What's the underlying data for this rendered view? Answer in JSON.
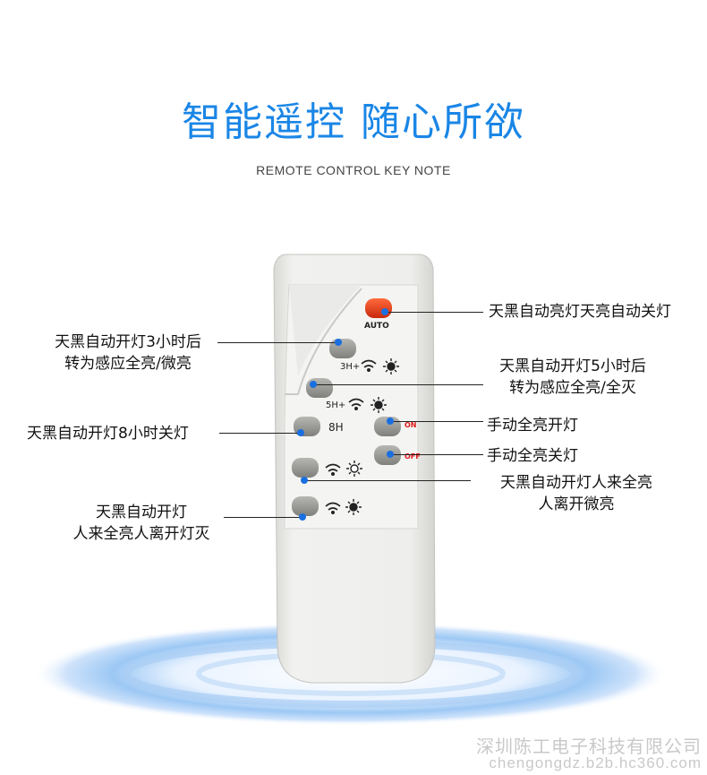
{
  "header": {
    "title": "智能遥控 随心所欲",
    "subtitle": "REMOTE CONTROL KEY NOTE"
  },
  "remote": {
    "auto_label": "AUTO",
    "btn_3h_label": "3H+",
    "btn_5h_label": "5H+",
    "btn_8h_label": "8H",
    "on_label": "ON",
    "off_label": "OFF"
  },
  "annotations": {
    "auto": "天黑自动亮灯天亮自动关灯",
    "three_h_line1": "天黑自动开灯3小时后",
    "three_h_line2": "转为感应全亮/微亮",
    "five_h_line1": "天黑自动开灯5小时后",
    "five_h_line2": "转为感应全亮/全灭",
    "eight_h": "天黑自动开灯8小时关灯",
    "on": "手动全亮开灯",
    "off": "手动全亮关灯",
    "sensor_dim_line1": "天黑自动开灯人来全亮",
    "sensor_dim_line2": "人离开微亮",
    "sensor_off_line1": "天黑自动开灯",
    "sensor_off_line2": "人来全亮人离开灯灭"
  },
  "watermark": {
    "company": "深圳陈工电子科技有限公司",
    "site": "chengongdz.b2b.hc360.com"
  },
  "colors": {
    "title_blue": "#1a86e6",
    "dot_blue": "#1a6fe0",
    "auto_red": "#e8401c",
    "on_off_red": "#e01a1a",
    "remote_body": "#ececea",
    "panel": "#f6f6f6",
    "button_grey": "#8e8f8c"
  }
}
